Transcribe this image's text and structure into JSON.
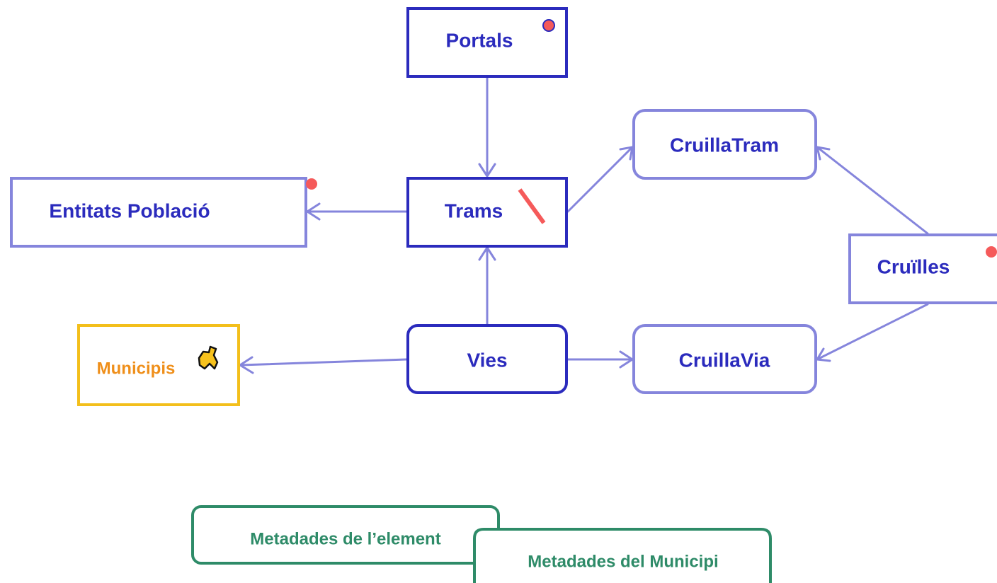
{
  "colors": {
    "dark_blue": "#2b2bbd",
    "light_blue": "#8585dc",
    "orange": "#f3bf1b",
    "orange_text": "#ef8f1a",
    "green": "#2e8b68",
    "red": "#f55a5a",
    "icon_yellow": "#f7c21d"
  },
  "nodes": {
    "portals": "Portals",
    "trams": "Trams",
    "vies": "Vies",
    "entitats": "Entitats Població",
    "cruillatram": "CruillaTram",
    "cruillavia": "CruillaVia",
    "cruilles": "Cruïlles",
    "municipis": "Municipis",
    "metadades_element": "Metadades de l’element",
    "metadades_municipi": "Metadades del Municipi"
  },
  "icons": {
    "portals": "point-icon",
    "trams": "line-icon",
    "entitats": "point-icon",
    "cruilles": "point-icon",
    "municipis": "polygon-icon"
  }
}
